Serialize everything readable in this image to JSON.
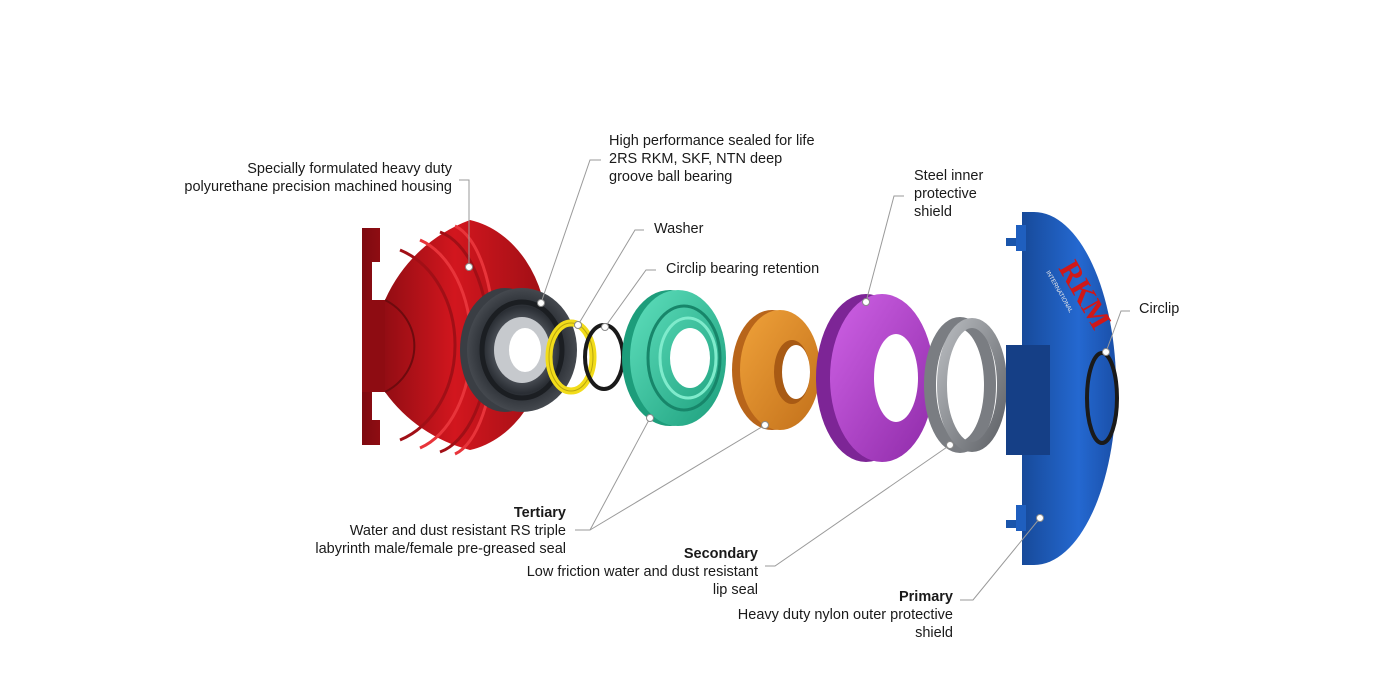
{
  "labels": {
    "housing": [
      "Specially formulated heavy duty",
      "polyurethane precision machined housing"
    ],
    "bearing": [
      "High performance sealed for life",
      "2RS  RKM, SKF, NTN deep",
      "groove ball bearing"
    ],
    "washer": "Washer",
    "circlip_retention": "Circlip bearing retention",
    "steel_shield": [
      "Steel inner",
      "protective",
      "shield"
    ],
    "circlip": "Circlip",
    "tertiary": {
      "title": "Tertiary",
      "lines": [
        "Water and dust resistant RS triple",
        "labyrinth male/female pre-greased seal"
      ]
    },
    "secondary": {
      "title": "Secondary",
      "lines": [
        "Low friction water and dust resistant",
        "lip seal"
      ]
    },
    "primary": {
      "title": "Primary",
      "lines": [
        "Heavy duty nylon outer protective",
        "shield"
      ]
    }
  },
  "shield_logo": {
    "brand": "RKM",
    "sub": "INTERNATIONAL"
  },
  "colors": {
    "housing": "#c8141c",
    "bearing": "#2b2f35",
    "washer": "#f2dc1a",
    "circlip": "#1a1a1a",
    "labyrinth_seal": "#2fc6a0",
    "lip_seal": "#e0902a",
    "steel_shield": "#b23ecf",
    "grey_seal": "#8a8d91",
    "outer_shield": "#1f5fbf",
    "leader": "#9a9a9a"
  }
}
